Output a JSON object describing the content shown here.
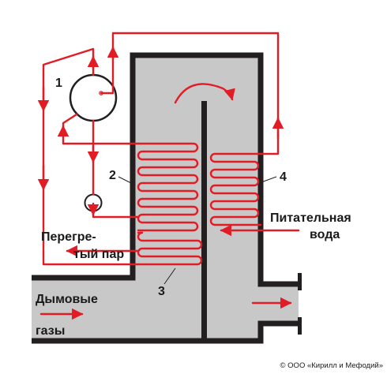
{
  "labels": {
    "n1": "1",
    "n2": "2",
    "n3": "3",
    "n4": "4",
    "feed_water_1": "Питательная",
    "feed_water_2": "вода",
    "superheated_1": "Перегре-",
    "superheated_2": "тый пар",
    "flue_1": "Дымовые",
    "flue_2": "газы",
    "copyright": "© ООО «Кирилл и Мефодий»"
  },
  "colors": {
    "pipe": "#e21c24",
    "wall": "#231f20",
    "flue_fill": "#c8c8c8",
    "background": "#ffffff"
  },
  "icons": {
    "flow_arrow": "arrow-icon",
    "gas_circulation": "curved-arrow-icon",
    "drum": "drum-icon",
    "pump": "pump-icon"
  }
}
